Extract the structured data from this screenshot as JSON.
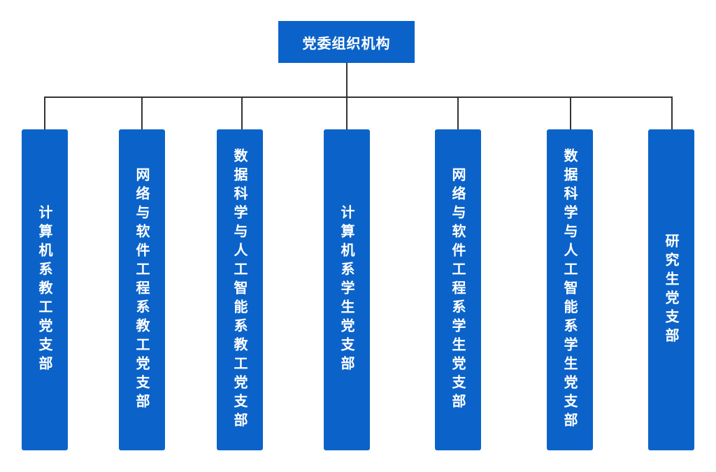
{
  "diagram": {
    "root": {
      "label": "党委组织机构"
    },
    "branches": [
      {
        "label": "计算机系教工党支部"
      },
      {
        "label": "网络与软件工程系教工党支部"
      },
      {
        "label": "数据科学与人工智能系教工党支部"
      },
      {
        "label": "计算机系学生党支部"
      },
      {
        "label": "网络与软件工程系学生党支部"
      },
      {
        "label": "数据科学与人工智能系学生党支部"
      },
      {
        "label": "研究生党支部"
      }
    ],
    "colors": {
      "box_fill": "#0b63c9",
      "box_text": "#ffffff",
      "connector": "#333333"
    }
  }
}
